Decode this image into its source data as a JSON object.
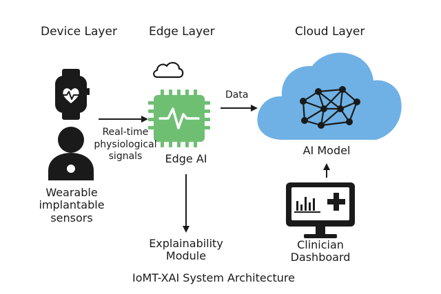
{
  "layers": {
    "device": "Device Layer",
    "edge": "Edge Layer",
    "cloud": "Cloud Layer"
  },
  "nodes": {
    "sensors": [
      "Wearable",
      "implantable",
      "sensors"
    ],
    "edge_ai": "Edge AI",
    "ai_model": "AI Model",
    "explainability": [
      "Explainability",
      "Module"
    ],
    "dashboard": [
      "Clinician",
      "Dashboard"
    ]
  },
  "edges": {
    "signals": [
      "Real-time",
      "physiological",
      "signals"
    ],
    "data": "Data"
  },
  "caption": "IoMT-XAI System Architecture",
  "colors": {
    "chip_green": "#6fbf73",
    "cloud_blue": "#6fb1e4",
    "ink": "#1a1a1a"
  },
  "icons": [
    "smartwatch-heart-icon",
    "person-icon",
    "small-cloud-icon",
    "ai-chip-icon",
    "neural-network-cloud-icon",
    "monitor-chart-icon",
    "medical-cross-icon"
  ]
}
